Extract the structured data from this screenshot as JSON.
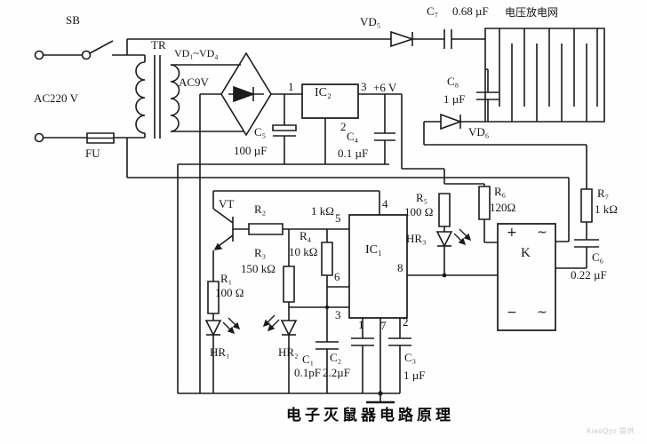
{
  "power": {
    "sb": "SB",
    "ac": "AC220 V",
    "fu": "FU",
    "tr": "TR",
    "bridge": "VD₁~VD₄",
    "ac9v": "AC9V"
  },
  "regulator": {
    "ic2": "IC₂",
    "pin1": "1",
    "pin2": "2",
    "pin3": "3",
    "out": "+6 V",
    "c5": "C₅",
    "c5_val": "100 µF",
    "c4": "C₄",
    "c4_val": "0.1 µF"
  },
  "hv": {
    "vd5": "VD₅",
    "c7": "C₇",
    "c7_val": "0.68 µF",
    "grid": "电压放电网",
    "c8": "C₈",
    "c8_val": "1 µF",
    "vd6": "VD₆",
    "r7": "R₇",
    "r7_val": "1 kΩ",
    "c6": "C₆",
    "c6_val": "0.22 µF"
  },
  "osc": {
    "vt": "VT",
    "r1": "R₁",
    "r1_val": "100 Ω",
    "r2": "R₂",
    "r2_val": "1 kΩ",
    "r3": "R₃",
    "r3_val": "150 kΩ",
    "r4": "R₄",
    "r4_val": "10 kΩ",
    "ic1": "IC₁",
    "pin3": "3",
    "pin4": "4",
    "pin5": "5",
    "pin6": "6",
    "pin8": "8",
    "pin1": "1",
    "pin7": "7",
    "pin2": "2",
    "c1": "C₁",
    "c1_val": "0.1pF",
    "c2": "C₂",
    "c2_val": "2.2µF",
    "c3": "C₃",
    "c3_val": "1 µF",
    "hr1": "HR₁",
    "hr2": "HR₂"
  },
  "drive": {
    "r5": "R₅",
    "r5_val": "100 Ω",
    "hr3": "HR₃",
    "r6": "R₆",
    "r6_val": "120Ω",
    "k": "K",
    "k_plus": "+",
    "k_minus": "−",
    "k_ac1": "~",
    "k_ac2": "~"
  },
  "title": "电子灭鼠器电路原理",
  "watermark": "KiaoQyn 提供",
  "colors": {
    "line": "#1b1b1b",
    "bg": "#ffffff"
  }
}
